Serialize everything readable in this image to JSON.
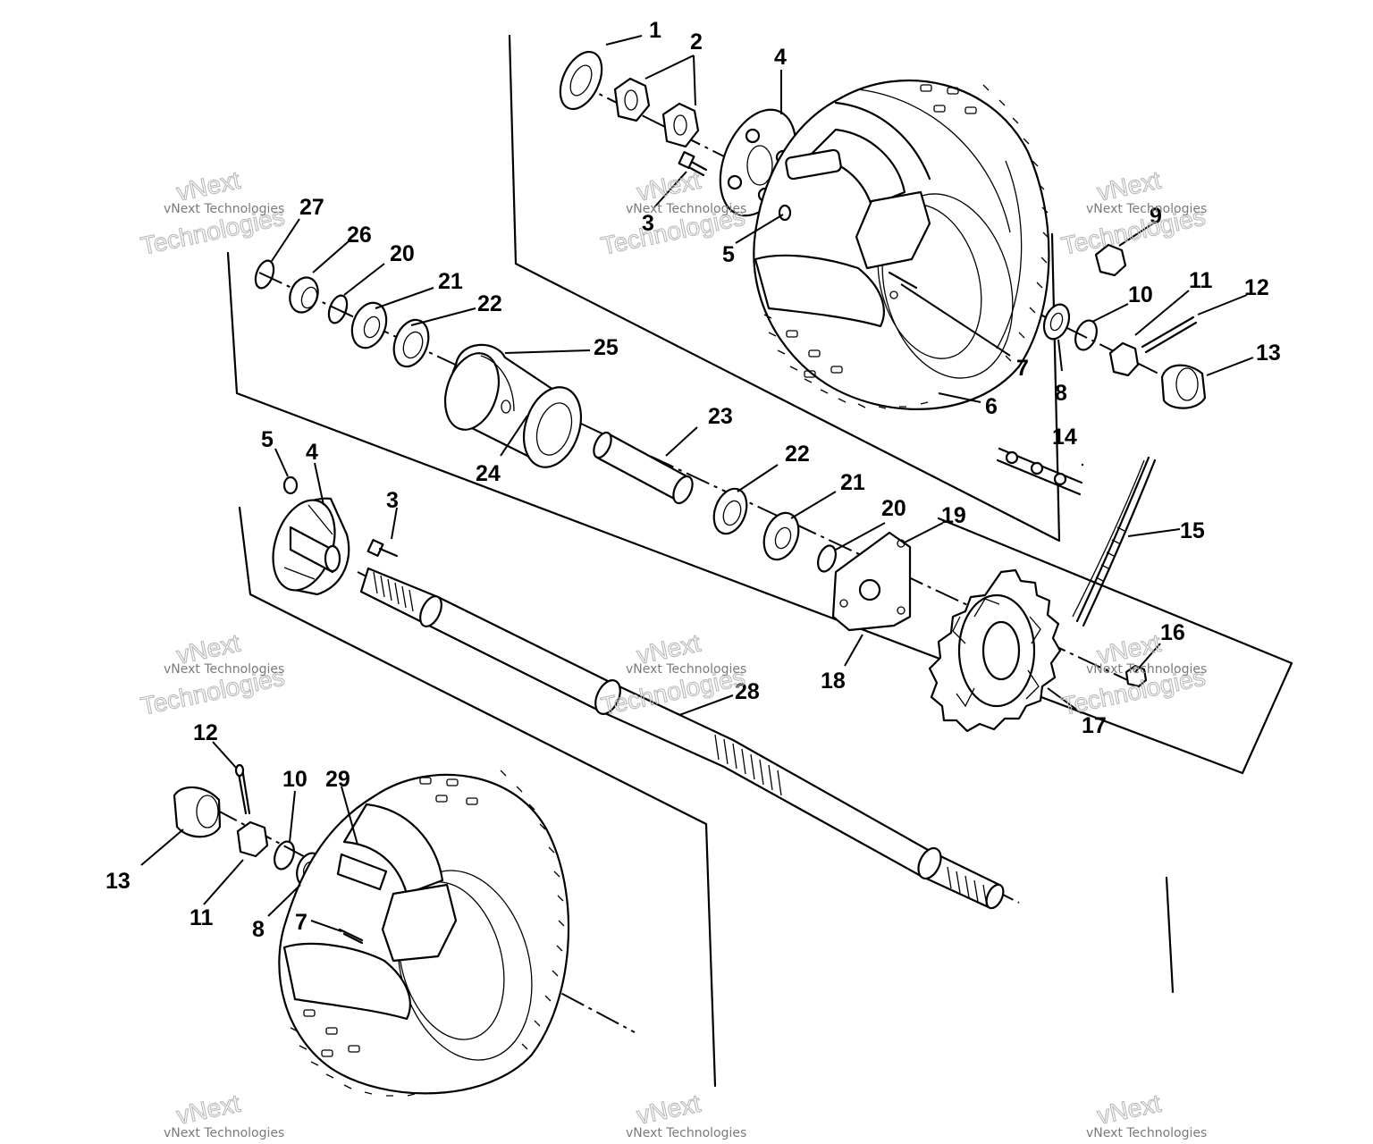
{
  "watermark": {
    "line1": "vNext",
    "line2": "Technologies",
    "small": "vNext Technologies"
  },
  "callouts": [
    "1",
    "2",
    "3",
    "4",
    "5",
    "6",
    "7",
    "8",
    "9",
    "10",
    "11",
    "12",
    "13",
    "14",
    "15",
    "16",
    "17",
    "18",
    "19",
    "20",
    "21",
    "22",
    "23",
    "24",
    "25",
    "26",
    "27",
    "28",
    "29"
  ]
}
